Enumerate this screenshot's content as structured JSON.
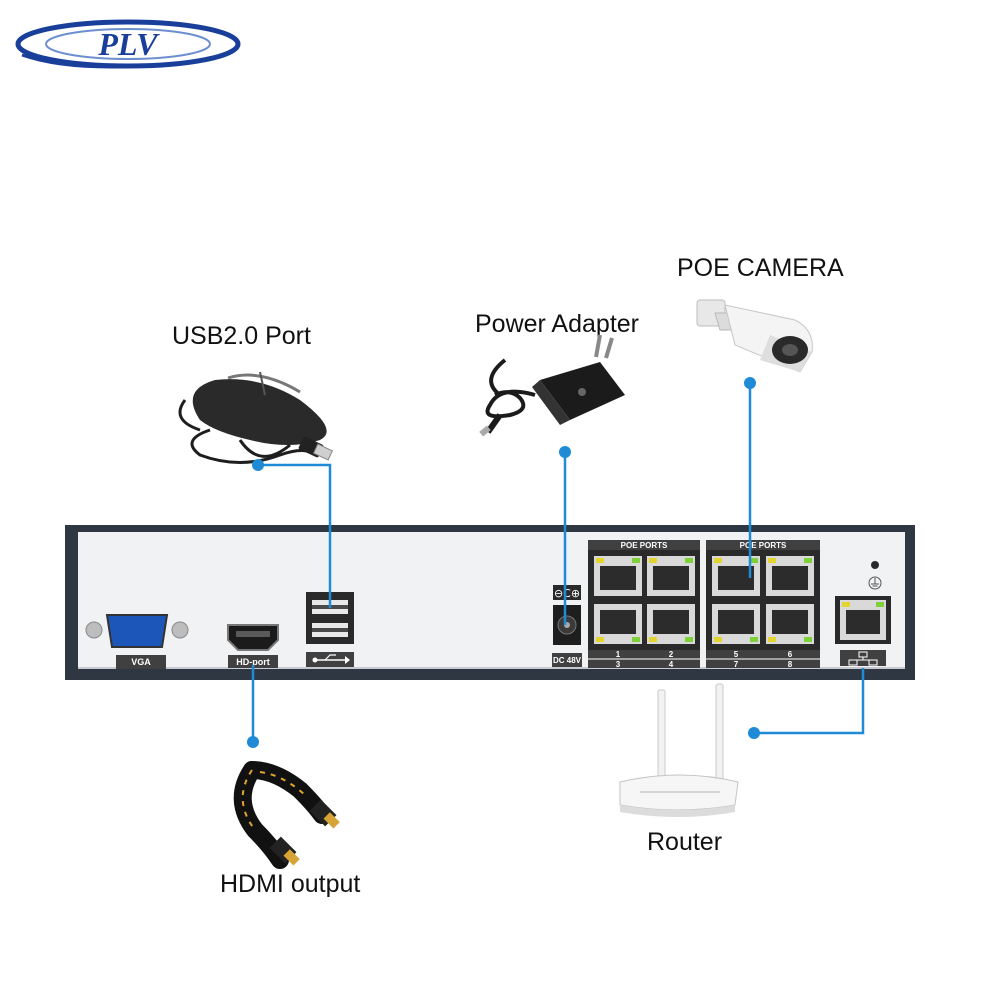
{
  "brand": {
    "logo_text": "PLV"
  },
  "callouts": {
    "usb": "USB2.0 Port",
    "power": "Power Adapter",
    "camera": "POE CAMERA",
    "hdmi": "HDMI output",
    "router": "Router"
  },
  "panel": {
    "vga_label": "VGA",
    "hdmi_port_label": "HD-port",
    "dc_label": "DC 48V",
    "poe_group_label": "POE PORTS",
    "port_numbers_top_left": [
      "1",
      "2"
    ],
    "port_numbers_bottom_left": [
      "3",
      "4"
    ],
    "port_numbers_top_right": [
      "5",
      "6"
    ],
    "port_numbers_bottom_right": [
      "7",
      "8"
    ]
  },
  "colors": {
    "accent": "#1f8ad6",
    "logo_blue": "#1a3f9a",
    "chassis_dark": "#2f3742",
    "panel_face": "#f1f2f4"
  },
  "icons": [
    "mouse-icon",
    "power-adapter-icon",
    "poe-camera-icon",
    "hdmi-cable-icon",
    "router-icon",
    "usb-symbol-icon",
    "network-symbol-icon",
    "ground-icon"
  ]
}
